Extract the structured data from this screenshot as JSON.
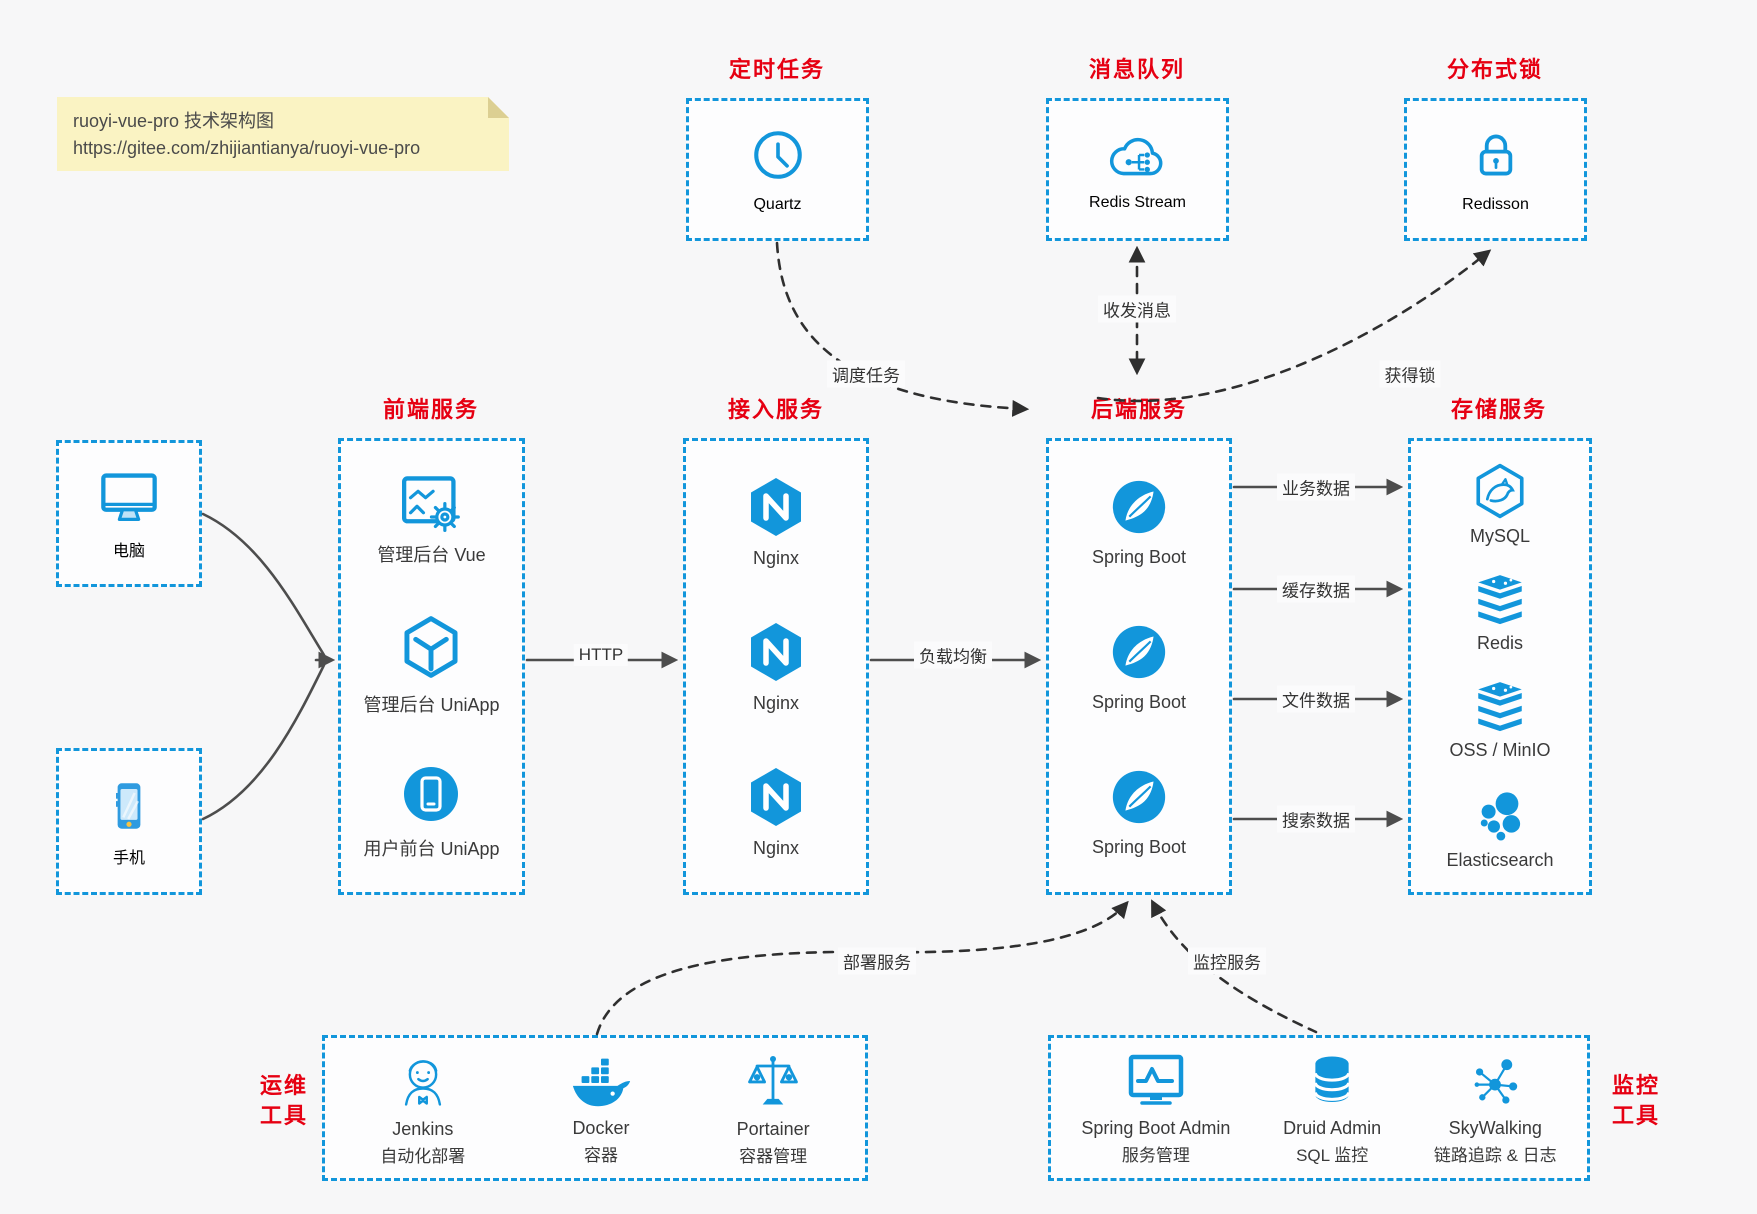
{
  "colors": {
    "accent": "#1296db",
    "title_red": "#e60012",
    "arrow": "#4d4d4d",
    "dashed_arrow": "#2f2f2f",
    "note_bg": "#faf3c3",
    "box_bg": "#fdfdfe",
    "text": "#3a3a3a"
  },
  "note": {
    "title": "ruoyi-vue-pro 技术架构图",
    "url": "https://gitee.com/zhijiantianya/ruoyi-vue-pro"
  },
  "clients": {
    "computer": "电脑",
    "phone": "手机"
  },
  "scheduler": {
    "title": "定时任务",
    "item": "Quartz"
  },
  "mq": {
    "title": "消息队列",
    "item": "Redis Stream"
  },
  "lock": {
    "title": "分布式锁",
    "item": "Redisson"
  },
  "frontend": {
    "title": "前端服务",
    "items": [
      {
        "label": "管理后台 Vue"
      },
      {
        "label": "管理后台 UniApp"
      },
      {
        "label": "用户前台 UniApp"
      }
    ]
  },
  "gateway": {
    "title": "接入服务",
    "items": [
      {
        "label": "Nginx"
      },
      {
        "label": "Nginx"
      },
      {
        "label": "Nginx"
      }
    ]
  },
  "backend": {
    "title": "后端服务",
    "items": [
      {
        "label": "Spring Boot"
      },
      {
        "label": "Spring Boot"
      },
      {
        "label": "Spring Boot"
      }
    ]
  },
  "storage": {
    "title": "存储服务",
    "items": [
      {
        "label": "MySQL"
      },
      {
        "label": "Redis"
      },
      {
        "label": "OSS / MinIO"
      },
      {
        "label": "Elasticsearch"
      }
    ]
  },
  "ops": {
    "title_line1": "运维",
    "title_line2": "工具",
    "items": [
      {
        "name": "Jenkins",
        "desc": "自动化部署"
      },
      {
        "name": "Docker",
        "desc": "容器"
      },
      {
        "name": "Portainer",
        "desc": "容器管理"
      }
    ]
  },
  "monitoring": {
    "title_line1": "监控",
    "title_line2": "工具",
    "items": [
      {
        "name": "Spring Boot Admin",
        "desc": "服务管理"
      },
      {
        "name": "Druid Admin",
        "desc": "SQL 监控"
      },
      {
        "name": "SkyWalking",
        "desc": "链路追踪 & 日志"
      }
    ]
  },
  "edges": {
    "http": "HTTP",
    "load_balance": "负载均衡",
    "business_data": "业务数据",
    "cache_data": "缓存数据",
    "file_data": "文件数据",
    "search_data": "搜索数据",
    "schedule_task": "调度任务",
    "send_receive_message": "收发消息",
    "acquire_lock": "获得锁",
    "deploy_service": "部署服务",
    "monitor_service": "监控服务"
  }
}
